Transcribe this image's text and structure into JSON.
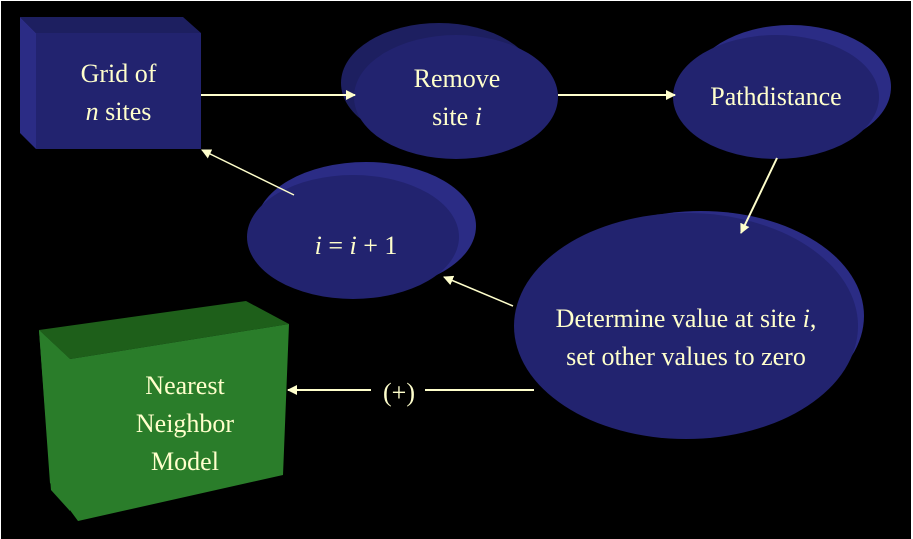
{
  "colors": {
    "background": "#000000",
    "node_blue": "#22236f",
    "node_blue_top": "#1d1f60",
    "node_blue_side": "#2b2c85",
    "node_green": "#2a7d2a",
    "node_green_top": "#1e5f1a",
    "text": "#ffffcc",
    "arrow": "#ffffcc"
  },
  "nodes": {
    "grid": {
      "line1": "Grid of",
      "line2_var": "n",
      "line2_rest": " sites"
    },
    "remove": {
      "line1": "Remove",
      "line2_rest": "site ",
      "line2_var": "i"
    },
    "pathdistance": {
      "label": "Pathdistance"
    },
    "increment": {
      "var1": "i",
      "eq": " = ",
      "var2": "i",
      "rest": " + 1"
    },
    "determine": {
      "line1_rest": "Determine value at site ",
      "line1_var": "i",
      "line1_end": ",",
      "line2": "set other values to zero"
    },
    "model": {
      "line1": "Nearest",
      "line2": "Neighbor",
      "line3": "Model"
    }
  },
  "edges": [
    {
      "from": "grid",
      "to": "remove",
      "label": ""
    },
    {
      "from": "remove",
      "to": "pathdistance",
      "label": ""
    },
    {
      "from": "pathdistance",
      "to": "determine",
      "label": ""
    },
    {
      "from": "determine",
      "to": "increment",
      "label": ""
    },
    {
      "from": "increment",
      "to": "grid",
      "label": ""
    },
    {
      "from": "determine",
      "to": "model",
      "label": "(+)"
    }
  ]
}
